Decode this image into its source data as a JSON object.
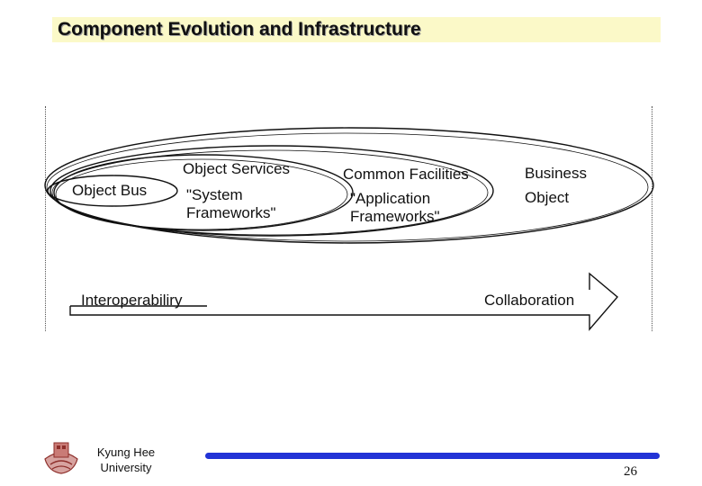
{
  "slide": {
    "title": "Component Evolution and Infrastructure"
  },
  "diagram": {
    "object_bus": "Object Bus",
    "object_services": "Object Services",
    "system_frameworks": "\"System Frameworks\"",
    "common_facilities": "Common Facilities",
    "application_frameworks": "\"Application Frameworks\"",
    "business_object": "Business Object",
    "interoperability": "Interoperabiliry",
    "collaboration": "Collaboration"
  },
  "footer": {
    "university": "Kyung Hee University",
    "page_number": "26",
    "bar_color": "#2233d6",
    "logo_icon": "university-crest-icon"
  }
}
